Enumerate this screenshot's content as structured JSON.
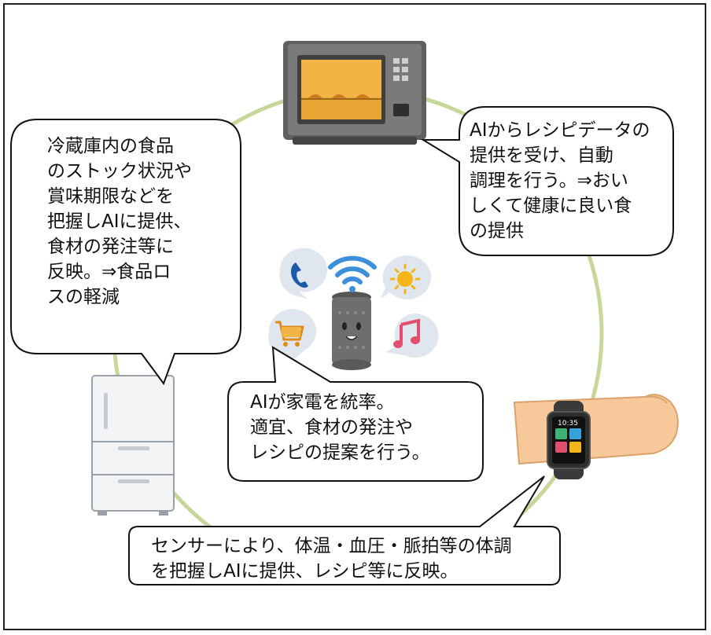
{
  "callouts": {
    "fridge": "冷蔵庫内の食品\nのストック状況や\n賞味期限などを\n把握しAIに提供、\n食材の発注等に\n反映。⇒食品ロ\nスの軽減",
    "oven": "AIからレシピデータの\n提供を受け、自動\n調理を行う。⇒おい\nしくて健康に良い食\nの提供",
    "hub": "AIが家電を統率。\n適宜、食材の発注や\nレシピの提案を行う。",
    "watch": "センサーにより、体温・血圧・脈拍等の体調\nを把握しAIに提供、レシピ等に反映。"
  },
  "watch_display": {
    "time": "10:35"
  },
  "colors": {
    "cycle_ring": "#c5d89a",
    "oven_body": "#6d6d6d",
    "oven_window": "#f2b544",
    "skin": "#f7c99a",
    "hub_speaker": "#6e6e6e",
    "icon_bubble": "#dfe6ee"
  },
  "icons": [
    "phone-icon",
    "wifi-icon",
    "sun-icon",
    "shopping-cart-icon",
    "music-note-icon"
  ]
}
